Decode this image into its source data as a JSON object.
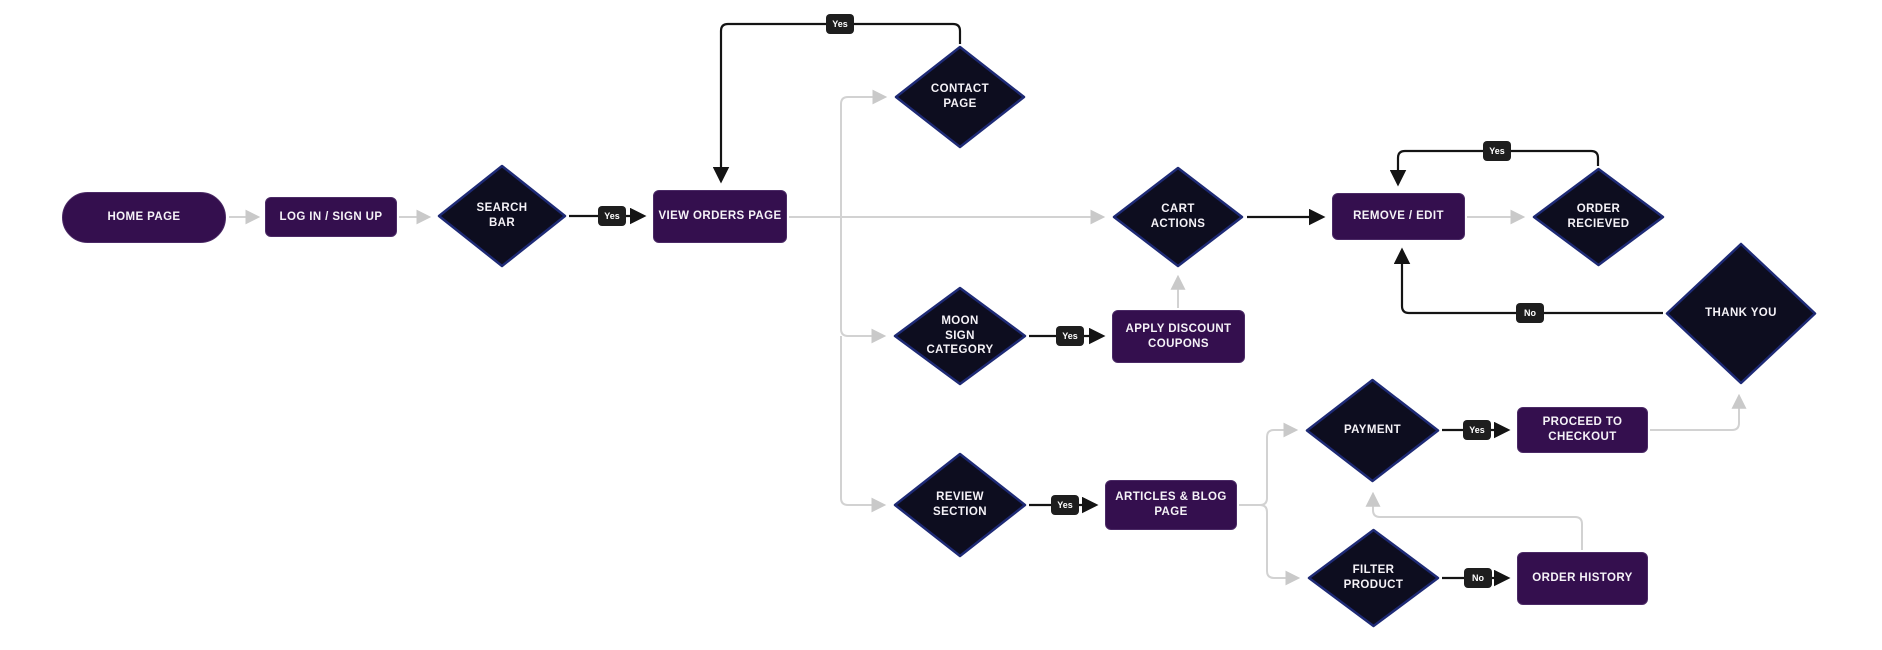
{
  "diagram": {
    "title": "E-commerce user flow diagram",
    "background": "#ffffff",
    "colors": {
      "process_fill": "#340f4e",
      "process_border": "#4b2a66",
      "decision_fill": "#0d0d1f",
      "decision_border": "#1e2a75",
      "connector_gray": "#d2d2d2",
      "connector_black": "#141414",
      "badge_bg": "#1e1e1e",
      "text": "#f5f2f7"
    }
  },
  "nodes": [
    {
      "id": "home-page",
      "type": "terminator",
      "label": "HOME PAGE"
    },
    {
      "id": "login-signup",
      "type": "process",
      "label": "LOG IN / SIGN UP"
    },
    {
      "id": "search-bar",
      "type": "decision",
      "label": "SEARCH\nBAR"
    },
    {
      "id": "view-orders",
      "type": "process",
      "label": "VIEW ORDERS PAGE"
    },
    {
      "id": "contact-page",
      "type": "decision",
      "label": "CONTACT\nPAGE"
    },
    {
      "id": "cart-actions",
      "type": "decision",
      "label": "CART\nACTIONS"
    },
    {
      "id": "moon-sign",
      "type": "decision",
      "label": "MOON\nSIGN\nCATEGORY"
    },
    {
      "id": "apply-discount",
      "type": "process",
      "label": "APPLY DISCOUNT\nCOUPONS"
    },
    {
      "id": "review-section",
      "type": "decision",
      "label": "REVIEW\nSECTION"
    },
    {
      "id": "articles-blog",
      "type": "process",
      "label": "ARTICLES & BLOG\nPAGE"
    },
    {
      "id": "remove-edit",
      "type": "process",
      "label": "REMOVE / EDIT"
    },
    {
      "id": "order-recieved",
      "type": "decision",
      "label": "ORDER\nRECIEVED"
    },
    {
      "id": "thank-you",
      "type": "decision",
      "label": "THANK YOU"
    },
    {
      "id": "payment",
      "type": "decision",
      "label": "PAYMENT"
    },
    {
      "id": "proceed-checkout",
      "type": "process",
      "label": "PROCEED TO\nCHECKOUT"
    },
    {
      "id": "filter-product",
      "type": "decision",
      "label": "FILTER\nPRODUCT"
    },
    {
      "id": "order-history",
      "type": "process",
      "label": "ORDER HISTORY"
    }
  ],
  "edge_labels": [
    {
      "id": "search-to-vieworders",
      "text": "Yes"
    },
    {
      "id": "contact-to-vieworders",
      "text": "Yes"
    },
    {
      "id": "orderrecieved-to-removeedit",
      "text": "Yes"
    },
    {
      "id": "moonsign-to-discount",
      "text": "Yes"
    },
    {
      "id": "review-to-articles",
      "text": "Yes"
    },
    {
      "id": "payment-to-checkout",
      "text": "Yes"
    },
    {
      "id": "thankyou-to-removeedit",
      "text": "No"
    },
    {
      "id": "filter-to-orderhistory",
      "text": "No"
    }
  ]
}
